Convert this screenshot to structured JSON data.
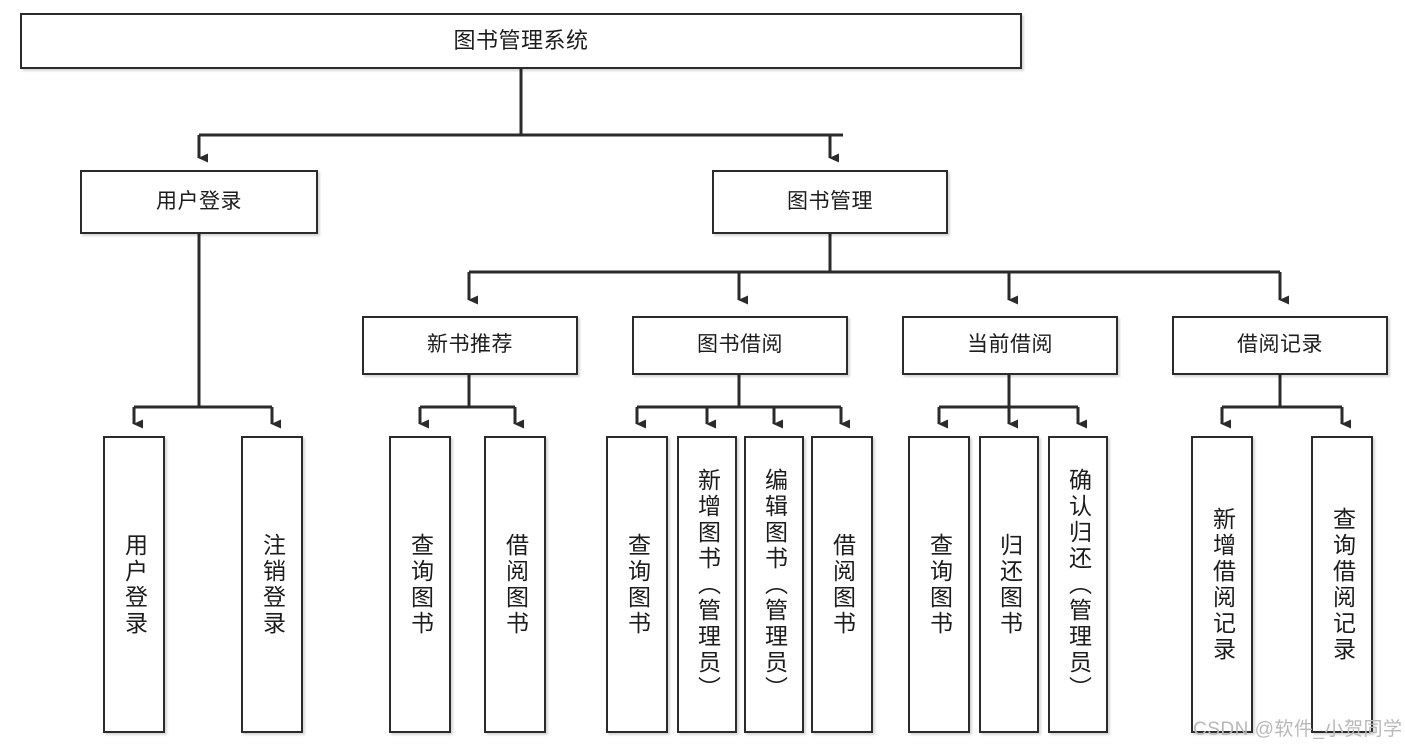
{
  "diagram": {
    "title": "图书管理系统",
    "type": "tree-hierarchy",
    "colors": {
      "box_border": "#2b2b2b",
      "box_fill": "#ffffff",
      "edge": "#2b2b2b",
      "watermark": "#b9b9b9",
      "background": "#ffffff"
    },
    "root": {
      "label": "图书管理系统"
    },
    "level2": [
      {
        "label": "用户登录"
      },
      {
        "label": "图书管理"
      }
    ],
    "level3": [
      {
        "label": "新书推荐"
      },
      {
        "label": "图书借阅"
      },
      {
        "label": "当前借阅"
      },
      {
        "label": "借阅记录"
      }
    ],
    "leaves": {
      "user_login": [
        {
          "label": "用户登录"
        },
        {
          "label": "注销登录"
        }
      ],
      "new_book_recommend": [
        {
          "label": "查询图书"
        },
        {
          "label": "借阅图书"
        }
      ],
      "book_borrow": [
        {
          "label": "查询图书"
        },
        {
          "label": "新增图书（管理员）"
        },
        {
          "label": "编辑图书（管理员）"
        },
        {
          "label": "借阅图书"
        }
      ],
      "current_borrow": [
        {
          "label": "查询图书"
        },
        {
          "label": "归还图书"
        },
        {
          "label": "确认归还（管理员）"
        }
      ],
      "borrow_record": [
        {
          "label": "新增借阅记录"
        },
        {
          "label": "查询借阅记录"
        }
      ]
    }
  },
  "watermark": {
    "text": "CSDN @软件_小贺同学"
  }
}
